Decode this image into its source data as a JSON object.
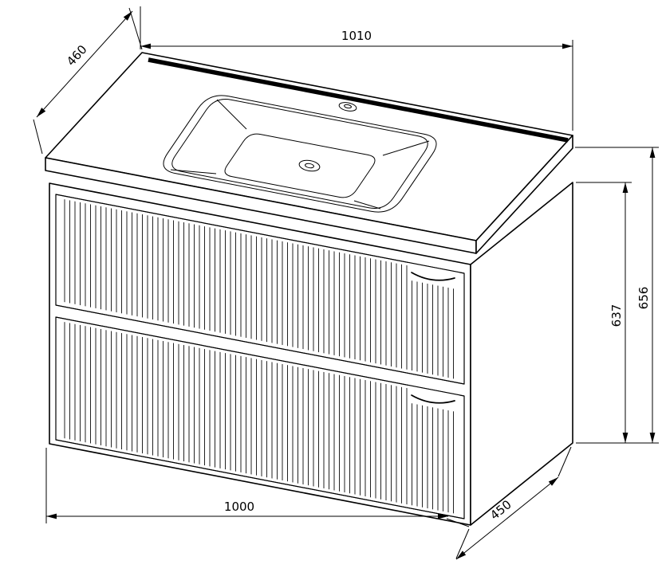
{
  "page": {
    "background": "#ffffff",
    "line_color": "#000000"
  },
  "dimensions": {
    "top_width": "1010",
    "top_depth": "460",
    "carcass_height": "637",
    "total_height": "656",
    "bottom_width": "1000",
    "bottom_depth": "450"
  }
}
